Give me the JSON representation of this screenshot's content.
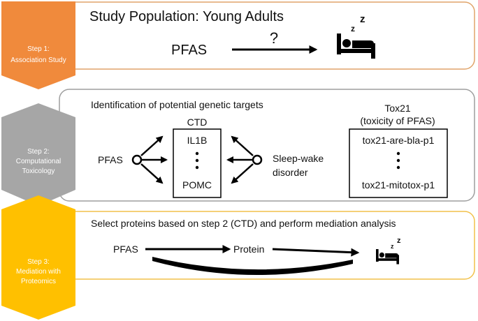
{
  "colors": {
    "step1": "#F08A3C",
    "step2": "#A6A6A6",
    "step3": "#FFC000",
    "step1_border": "#E0A46A",
    "step2_border": "#9E9E9E",
    "step3_border": "#F2C14A",
    "ink": "#000000"
  },
  "steps": [
    {
      "name": "Step 1:",
      "subtitle": "Association Study"
    },
    {
      "name": "Step 2:",
      "subtitle_line1": "Computational",
      "subtitle_line2": "Toxicology"
    },
    {
      "name": "Step 3:",
      "subtitle_line1": "Mediation with",
      "subtitle_line2": "Proteomics"
    }
  ],
  "panel1": {
    "title": "Study Population: Young Adults",
    "exposure": "PFAS",
    "unknown": "?",
    "outcome_icon": "sleeping-bed-icon",
    "sleep_letters": "z z"
  },
  "panel2": {
    "title": "Identification of potential genetic targets",
    "exposure": "PFAS",
    "ctd_label": "CTD",
    "ctd_first": "IL1B",
    "ctd_last": "POMC",
    "outcome_line1": "Sleep-wake",
    "outcome_line2": "disorder",
    "tox_title_line1": "Tox21",
    "tox_title_line2": "(toxicity of PFAS)",
    "tox_first": "tox21-are-bla-p1",
    "tox_last": "tox21-mitotox-p1"
  },
  "panel3": {
    "title": "Select proteins based on step 2 (CTD) and perform mediation analysis",
    "exposure": "PFAS",
    "mediator": "Protein",
    "outcome_icon": "sleeping-bed-icon"
  }
}
